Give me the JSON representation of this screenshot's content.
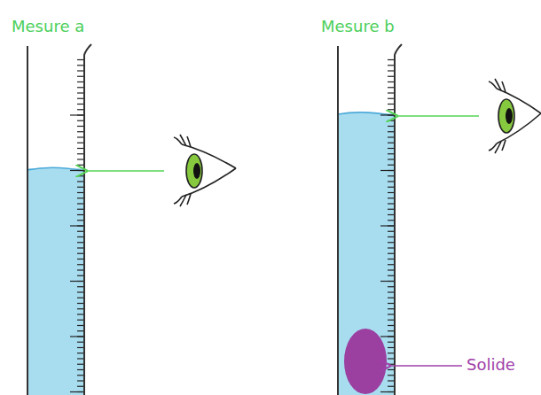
{
  "diagram": {
    "labels": [
      "Mesure a",
      "Mesure b",
      "Solide"
    ]
  }
}
